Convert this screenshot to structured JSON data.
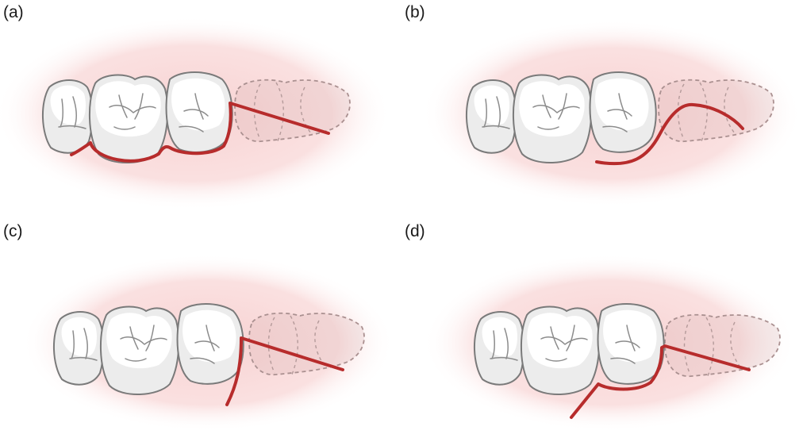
{
  "panels": [
    {
      "label": "(a)",
      "design": "sulcular-with-distal-release"
    },
    {
      "label": "(b)",
      "design": "curved-paramarginal"
    },
    {
      "label": "(c)",
      "design": "vertical-mesial-release-with-distal-release"
    },
    {
      "label": "(d)",
      "design": "sulcular-with-mesial-vertical-release"
    }
  ],
  "colors": {
    "gum": "#f7cfcf",
    "incision": "#b72c2c",
    "tooth": "#ececec",
    "tooth_outline": "#7a7a7a",
    "ghost_tooth_outline": "#aa9090"
  }
}
